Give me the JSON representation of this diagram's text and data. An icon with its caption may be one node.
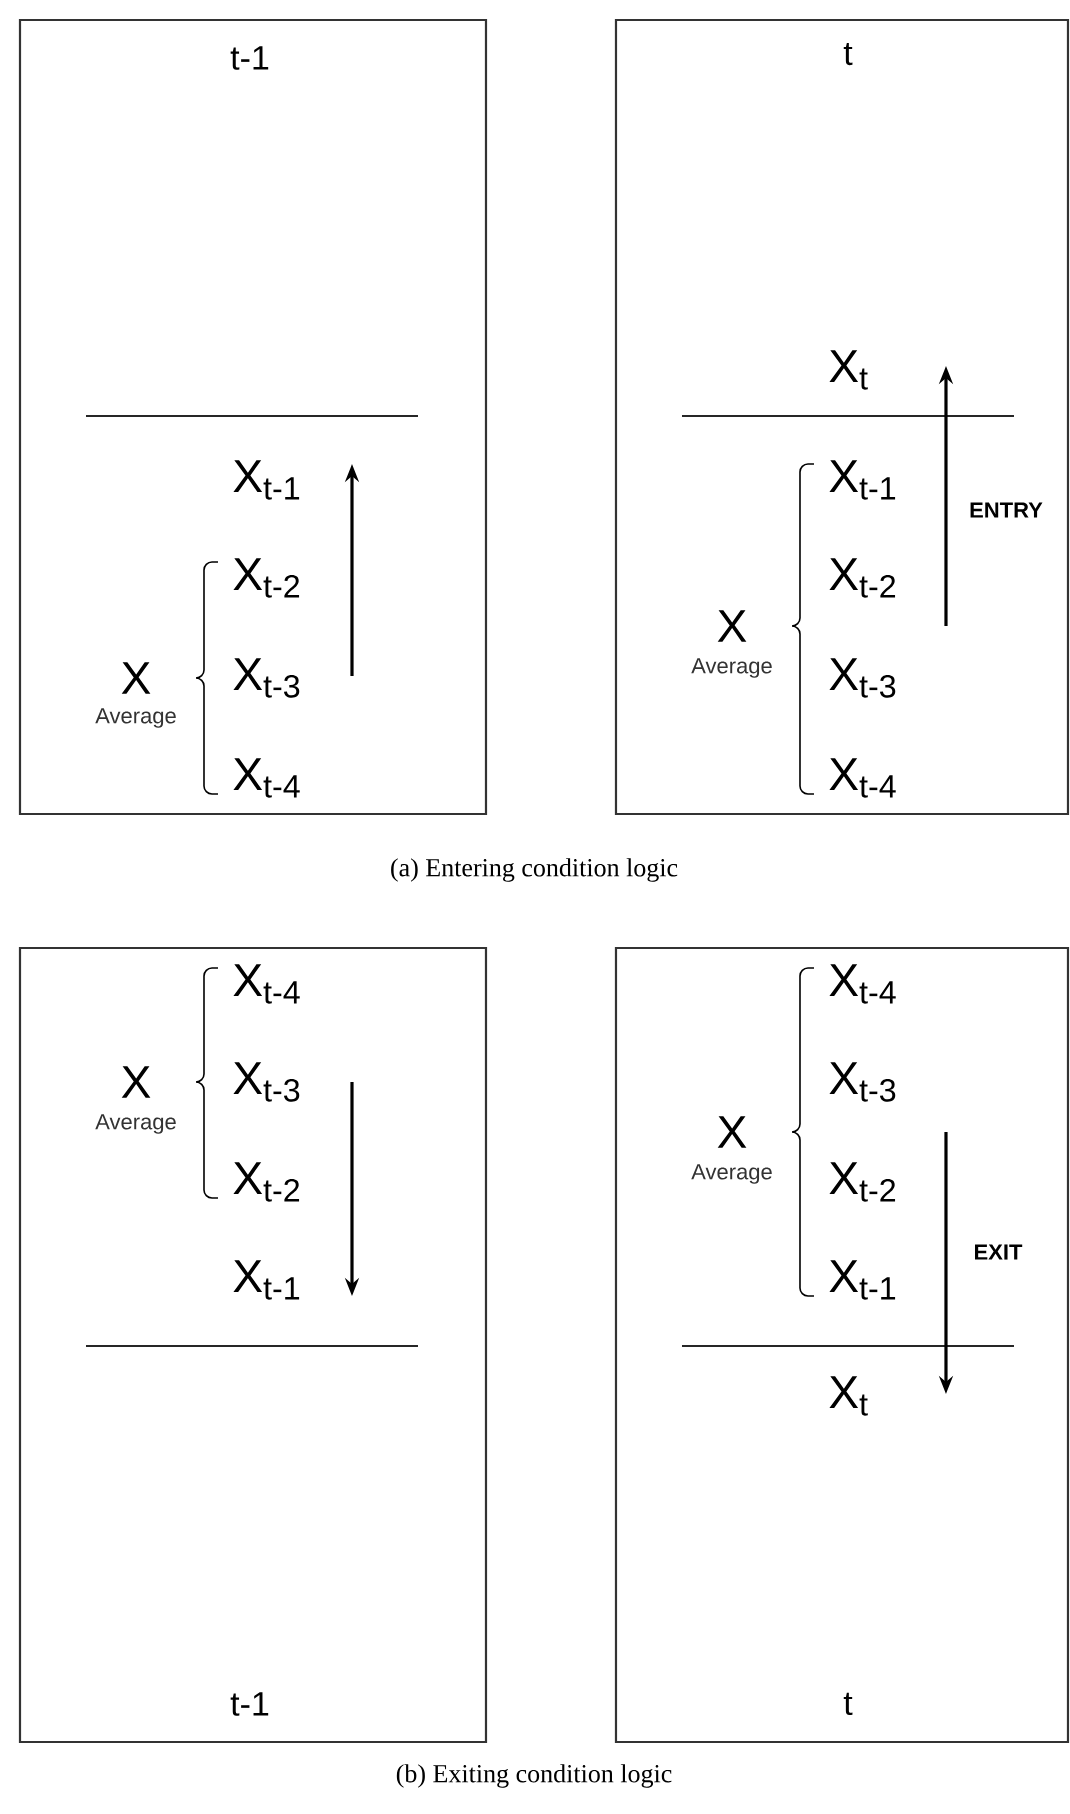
{
  "diagram": {
    "nodes": [
      {
        "text": [
          "t-1"
        ]
      },
      {
        "text": [
          "t"
        ]
      },
      {
        "text": [
          "t-1"
        ]
      },
      {
        "text": [
          "t"
        ]
      }
    ],
    "labels": [
      "X$_{t-1}$",
      "X$_{t-2}$",
      "X$_{t-3}$",
      "X$_{t-4}$",
      "X",
      "Average",
      "X$_{t}$",
      "X$_{t-1}$",
      "ENTRY",
      "X$_{t-2}$",
      "X$_{t-3}$",
      "X$_{t-4}$",
      "X",
      "Average",
      "(a) Entering condition logic",
      "X$_{t-4}$",
      "X$_{t-3}$",
      "X$_{t-2}$",
      "X$_{t-1}$",
      "X",
      "Average",
      "X$_{t-4}$",
      "X$_{t-3}$",
      "X$_{t-2}$",
      "X$_{t-1}$",
      "EXIT",
      "X$_{t}$",
      "X",
      "Average",
      "(b) Exiting condition logic"
    ]
  }
}
